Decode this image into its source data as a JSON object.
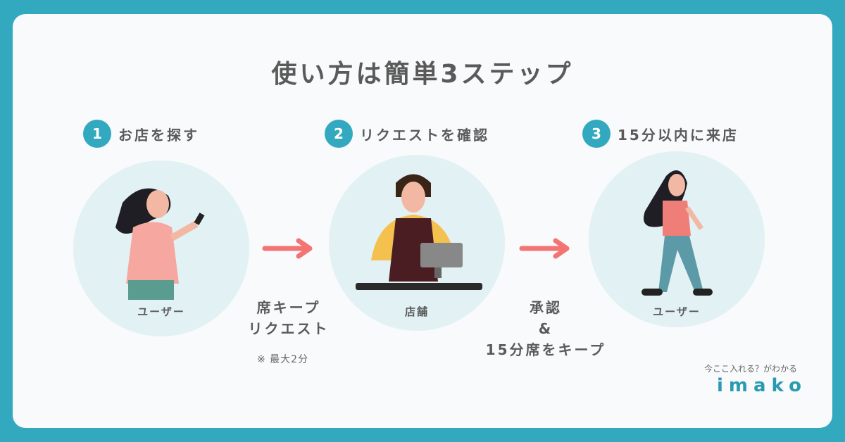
{
  "title": "使い方は簡単3ステップ",
  "steps": [
    {
      "num": "1",
      "label": "お店を探す",
      "actor": "ユーザー"
    },
    {
      "num": "2",
      "label": "リクエストを確認",
      "actor": "店舗"
    },
    {
      "num": "3",
      "label": "15分以内に来店",
      "actor": "ユーザー"
    }
  ],
  "transitions": [
    {
      "lines": [
        "席キープ",
        "リクエスト"
      ],
      "note": "※ 最大2分"
    },
    {
      "lines": [
        "承認",
        "&",
        "15分席をキープ"
      ]
    }
  ],
  "brand": {
    "tagline": "今ここ入れる？がわかる",
    "name": "imako"
  },
  "colors": {
    "frame": "#33a9bf",
    "accent": "#33a9bf",
    "arrow": "#f47474",
    "circle": "#e2f1f4"
  }
}
